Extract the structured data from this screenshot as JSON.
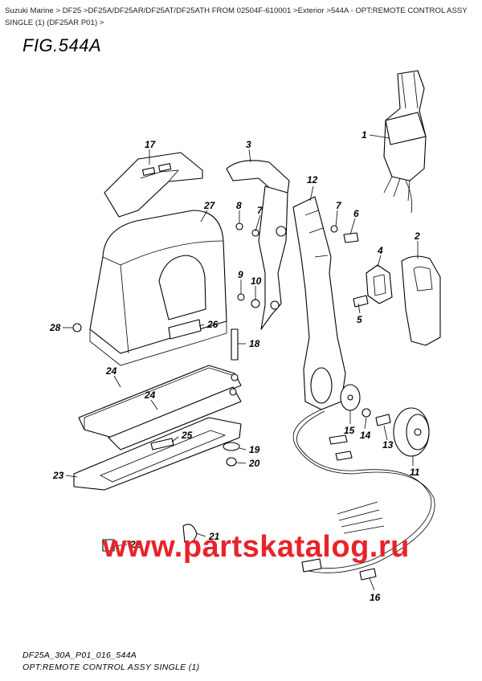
{
  "breadcrumb": "Suzuki Marine > DF25 >DF25A/DF25AR/DF25AT/DF25ATH FROM 02504F-610001 >Exterior >544A - OPT:REMOTE CONTROL ASSY SINGLE (1) (DF25AR P01) >",
  "figure_title": "FIG.544A",
  "watermark": "www.partskatalog.ru",
  "footer": {
    "code": "DF25A_30A_P01_016_544A",
    "caption": "OPT:REMOTE CONTROL ASSY SINGLE (1)"
  },
  "callouts": [
    "1",
    "2",
    "3",
    "4",
    "5",
    "6",
    "7",
    "7",
    "8",
    "9",
    "10",
    "11",
    "12",
    "13",
    "14",
    "15",
    "16",
    "17",
    "18",
    "19",
    "20",
    "21",
    "22",
    "23",
    "24",
    "24",
    "25",
    "26",
    "27",
    "28"
  ]
}
